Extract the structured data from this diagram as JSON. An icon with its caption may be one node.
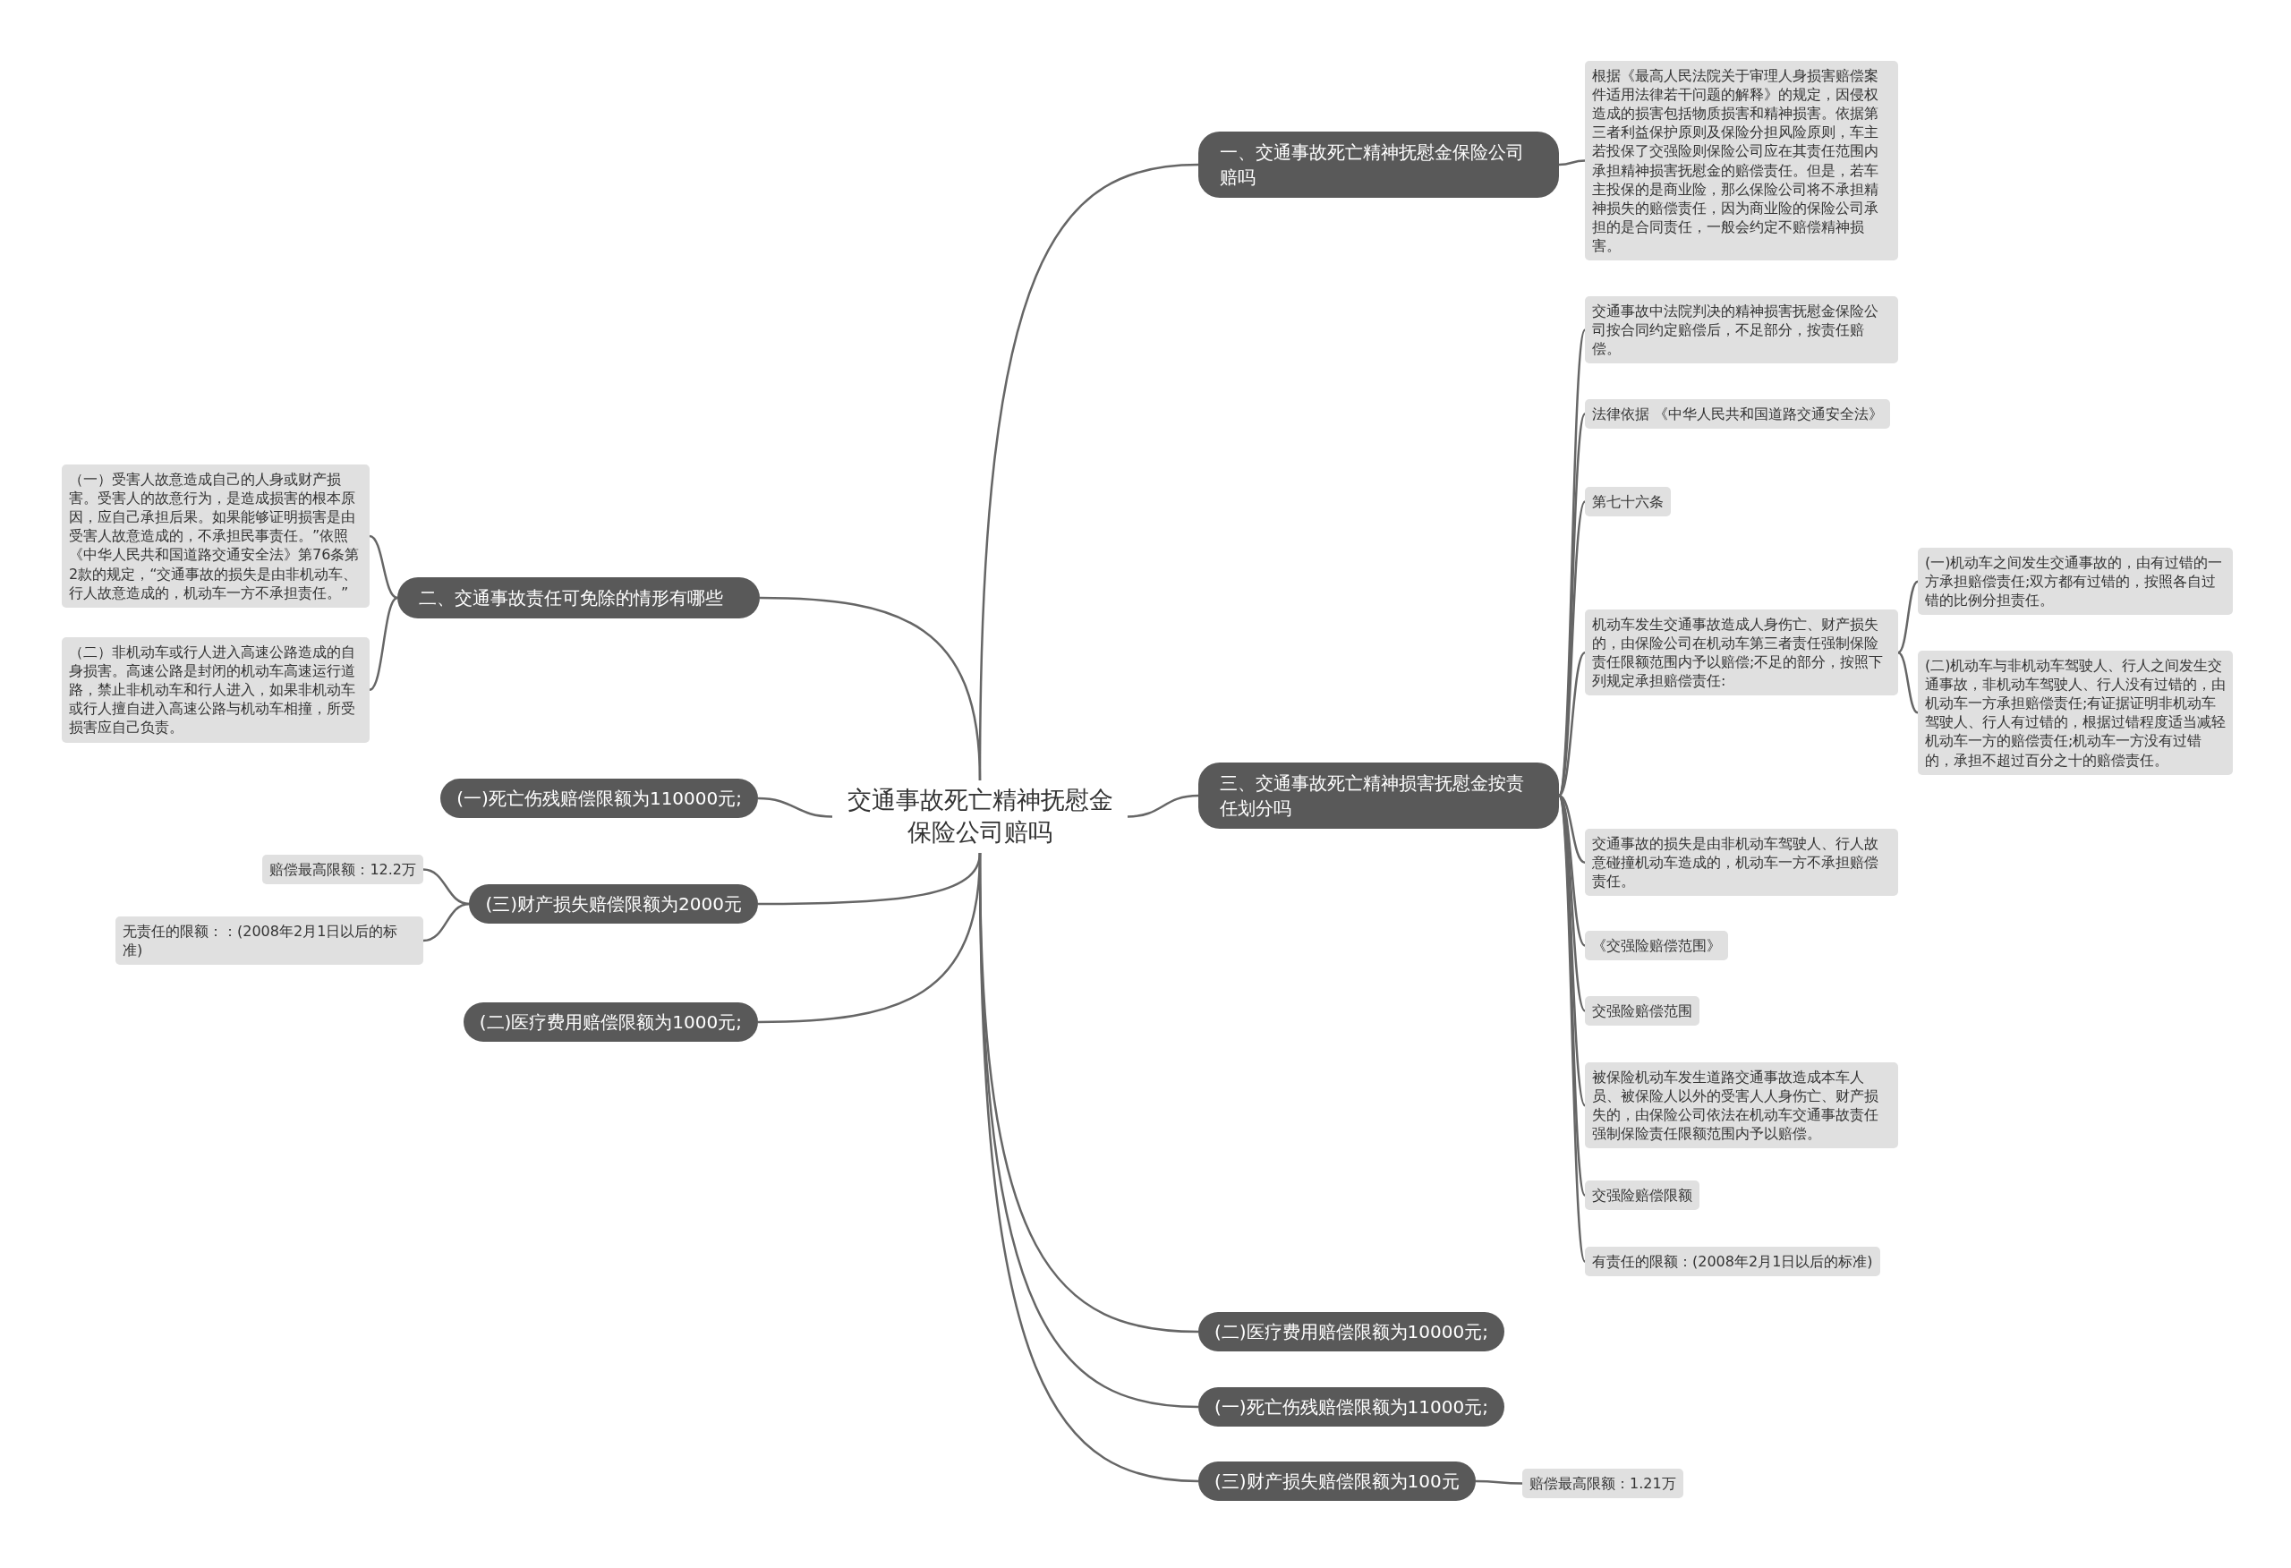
{
  "diagram": {
    "nodes": [
      {
        "text": [
          "交通事故死亡精神抚慰金保险公司赔吗"
        ]
      },
      {
        "text": [
          "一、交通事故死亡精神抚慰金保险公司赔吗"
        ]
      },
      {
        "text": [
          "根据《最高人民法院关于审理人身损害赔偿案件适用法律若干问题的解释》的规定，因侵权造成的损害包括物质损害和精神损害。依据第三者利益保护原则及保险分担风险原则，车主若投保了交强险则保险公司应在其责任范围内承担精神损害抚慰金的赔偿责任。但是，若车主投保的是商业险，那么保险公司将不承担精神损失的赔偿责任，因为商业险的保险公司承担的是合同责任，一般会约定不赔偿精神损害。"
        ]
      },
      {
        "text": [
          "二、交通事故责任可免除的情形有哪些"
        ]
      },
      {
        "text": [
          "（一）受害人故意造成自己的人身或财产损害。受害人的故意行为，是造成损害的根本原因，应自己承担后果。如果能够证明损害是由受害人故意造成的，不承担民事责任。”依照《中华人民共和国道路交通安全法》第76条第2款的规定，“交通事故的损失是由非机动车、行人故意造成的，机动车一方不承担责任。”"
        ]
      },
      {
        "text": [
          "（二）非机动车或行人进入高速公路造成的自身损害。高速公路是封闭的机动车高速运行道路，禁止非机动车和行人进入，如果非机动车或行人擅自进入高速公路与机动车相撞，所受损害应自己负责。"
        ]
      },
      {
        "text": [
          "(一)死亡伤残赔偿限额为110000元;"
        ]
      },
      {
        "text": [
          "(三)财产损失赔偿限额为2000元"
        ]
      },
      {
        "text": [
          "赔偿最高限额：12.2万"
        ]
      },
      {
        "text": [
          "无责任的限额：：(2008年2月1日以后的标准)"
        ]
      },
      {
        "text": [
          "(二)医疗费用赔偿限额为1000元;"
        ]
      },
      {
        "text": [
          "三、交通事故死亡精神损害抚慰金按责任划分吗"
        ]
      },
      {
        "text": [
          "交通事故中法院判决的精神损害抚慰金保险公司按合同约定赔偿后，不足部分，按责任赔偿。"
        ]
      },
      {
        "text": [
          "法律依据 《中华人民共和国道路交通安全法》"
        ]
      },
      {
        "text": [
          "第七十六条"
        ]
      },
      {
        "text": [
          "机动车发生交通事故造成人身伤亡、财产损失的，由保险公司在机动车第三者责任强制保险责任限额范围内予以赔偿;不足的部分，按照下列规定承担赔偿责任:"
        ]
      },
      {
        "text": [
          "(一)机动车之间发生交通事故的，由有过错的一方承担赔偿责任;双方都有过错的，按照各自过错的比例分担责任。"
        ]
      },
      {
        "text": [
          "(二)机动车与非机动车驾驶人、行人之间发生交通事故，非机动车驾驶人、行人没有过错的，由机动车一方承担赔偿责任;有证据证明非机动车驾驶人、行人有过错的，根据过错程度适当减轻机动车一方的赔偿责任;机动车一方没有过错的，承担不超过百分之十的赔偿责任。"
        ]
      },
      {
        "text": [
          "交通事故的损失是由非机动车驾驶人、行人故意碰撞机动车造成的，机动车一方不承担赔偿责任。"
        ]
      },
      {
        "text": [
          "《交强险赔偿范围》"
        ]
      },
      {
        "text": [
          "交强险赔偿范围"
        ]
      },
      {
        "text": [
          "被保险机动车发生道路交通事故造成本车人员、被保险人以外的受害人人身伤亡、财产损失的，由保险公司依法在机动车交通事故责任强制保险责任限额范围内予以赔偿。"
        ]
      },
      {
        "text": [
          "交强险赔偿限额"
        ]
      },
      {
        "text": [
          "有责任的限额：(2008年2月1日以后的标准)"
        ]
      },
      {
        "text": [
          "(二)医疗费用赔偿限额为10000元;"
        ]
      },
      {
        "text": [
          "(一)死亡伤残赔偿限额为11000元;"
        ]
      },
      {
        "text": [
          "(三)财产损失赔偿限额为100元"
        ]
      },
      {
        "text": [
          "赔偿最高限额：1.21万"
        ]
      }
    ],
    "edges": [
      {
        "from": 0,
        "to": 1,
        "arrow": "none"
      },
      {
        "from": 1,
        "to": 2,
        "arrow": "none"
      },
      {
        "from": 0,
        "to": 3,
        "arrow": "none"
      },
      {
        "from": 3,
        "to": 4,
        "arrow": "none"
      },
      {
        "from": 3,
        "to": 5,
        "arrow": "none"
      },
      {
        "from": 0,
        "to": 6,
        "arrow": "none"
      },
      {
        "from": 0,
        "to": 7,
        "arrow": "none"
      },
      {
        "from": 7,
        "to": 8,
        "arrow": "none"
      },
      {
        "from": 7,
        "to": 9,
        "arrow": "none"
      },
      {
        "from": 0,
        "to": 10,
        "arrow": "none"
      },
      {
        "from": 0,
        "to": 11,
        "arrow": "none"
      },
      {
        "from": 11,
        "to": 12,
        "arrow": "none"
      },
      {
        "from": 11,
        "to": 13,
        "arrow": "none"
      },
      {
        "from": 11,
        "to": 14,
        "arrow": "none"
      },
      {
        "from": 11,
        "to": 15,
        "arrow": "none"
      },
      {
        "from": 15,
        "to": 16,
        "arrow": "none"
      },
      {
        "from": 15,
        "to": 17,
        "arrow": "none"
      },
      {
        "from": 11,
        "to": 18,
        "arrow": "none"
      },
      {
        "from": 11,
        "to": 19,
        "arrow": "none"
      },
      {
        "from": 11,
        "to": 20,
        "arrow": "none"
      },
      {
        "from": 11,
        "to": 21,
        "arrow": "none"
      },
      {
        "from": 11,
        "to": 22,
        "arrow": "none"
      },
      {
        "from": 11,
        "to": 23,
        "arrow": "none"
      },
      {
        "from": 0,
        "to": 24,
        "arrow": "none"
      },
      {
        "from": 0,
        "to": 25,
        "arrow": "none"
      },
      {
        "from": 0,
        "to": 26,
        "arrow": "none"
      },
      {
        "from": 26,
        "to": 27,
        "arrow": "none"
      }
    ]
  }
}
